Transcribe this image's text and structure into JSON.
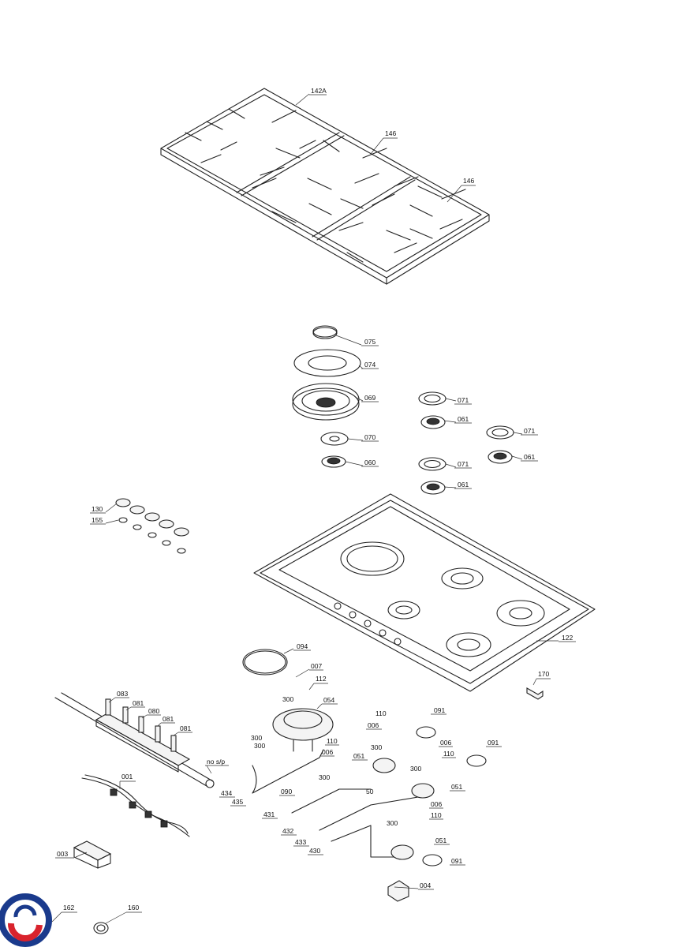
{
  "labels": {
    "l142A": "142A",
    "l146a": "146",
    "l146b": "146",
    "l075": "075",
    "l074": "074",
    "l069": "069",
    "l070": "070",
    "l060": "060",
    "l071a": "071",
    "l061a": "061",
    "l071b": "071",
    "l061b": "061",
    "l071c": "071",
    "l061c": "061",
    "l130": "130",
    "l155": "155",
    "l122": "122",
    "l094": "094",
    "l007": "007",
    "l112": "112",
    "l300a": "300",
    "l054": "054",
    "l083": "083",
    "l081a": "081",
    "l080": "080",
    "l081b": "081",
    "l081c": "081",
    "l170": "170",
    "l110a": "110",
    "l091a": "091",
    "l006a": "006",
    "l300b": "300",
    "l300c": "300",
    "l110b": "110",
    "l006b": "006",
    "l300d": "300",
    "l051a": "051",
    "l006c": "006",
    "l110c": "110",
    "l091b": "091",
    "l300e": "300",
    "l051b": "051",
    "lnosp": "no s/p",
    "l001": "001",
    "l434": "434",
    "l435": "435",
    "l090": "090",
    "l300f": "300",
    "l50": "50",
    "l431": "431",
    "l006d": "006",
    "l110d": "110",
    "l432": "432",
    "l300g": "300",
    "l433": "433",
    "l051c": "051",
    "l430": "430",
    "l091c": "091",
    "l003": "003",
    "l004": "004",
    "l162": "162",
    "l160": "160"
  },
  "colors": {
    "logo_blue": "#1a3a8c",
    "logo_red": "#d9232d"
  },
  "icons": {
    "logo": "spares-logo-icon"
  }
}
